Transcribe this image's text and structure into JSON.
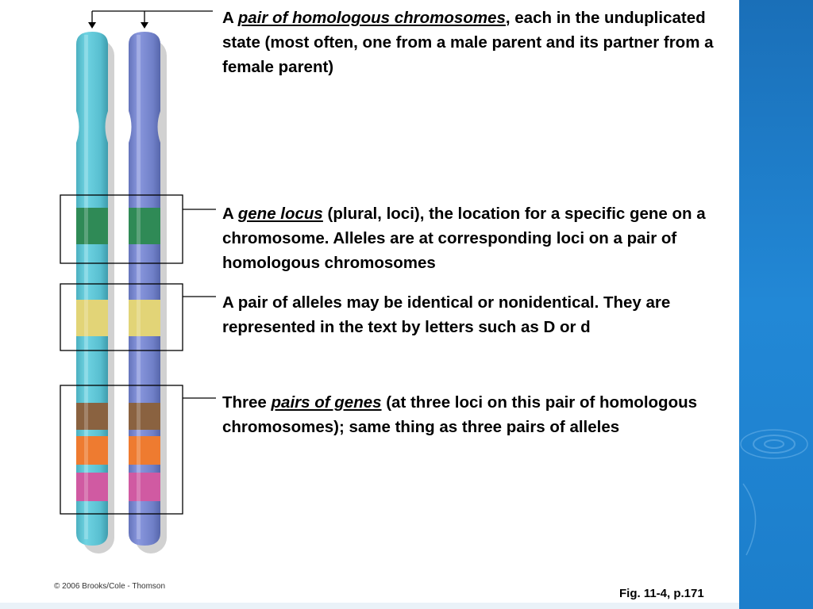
{
  "captions": {
    "pair_prefix": "A ",
    "pair_term": "pair of homologous chromosomes",
    "pair_rest": ", each in the unduplicated state (most often, one from a male parent and its partner from a female parent)",
    "locus_prefix": "A ",
    "locus_term": "gene locus",
    "locus_rest": " (plural, loci), the location for a specific gene on a chromosome. Alleles are at corresponding loci on a pair of homologous chromosomes",
    "alleles_text": "A pair of alleles may be identical or nonidentical. They are represented in the text by letters such as D or d",
    "genes_prefix": "Three ",
    "genes_term": "pairs of genes",
    "genes_rest": " (at three loci on this pair of homologous chromosomes); same thing as three pairs of alleles"
  },
  "footer": {
    "copyright": "© 2006 Brooks/Cole - Thomson",
    "figure_ref": "Fig. 11-4, p.171"
  },
  "colors": {
    "chromosome_left": "#5ec4d4",
    "chromosome_right": "#7484cc",
    "band_green": "#2f8a56",
    "band_yellow": "#e2d477",
    "band_brown": "#8a6240",
    "band_orange": "#ee7b30",
    "band_pink": "#d05aa2",
    "side_panel": "#1e7fca"
  }
}
